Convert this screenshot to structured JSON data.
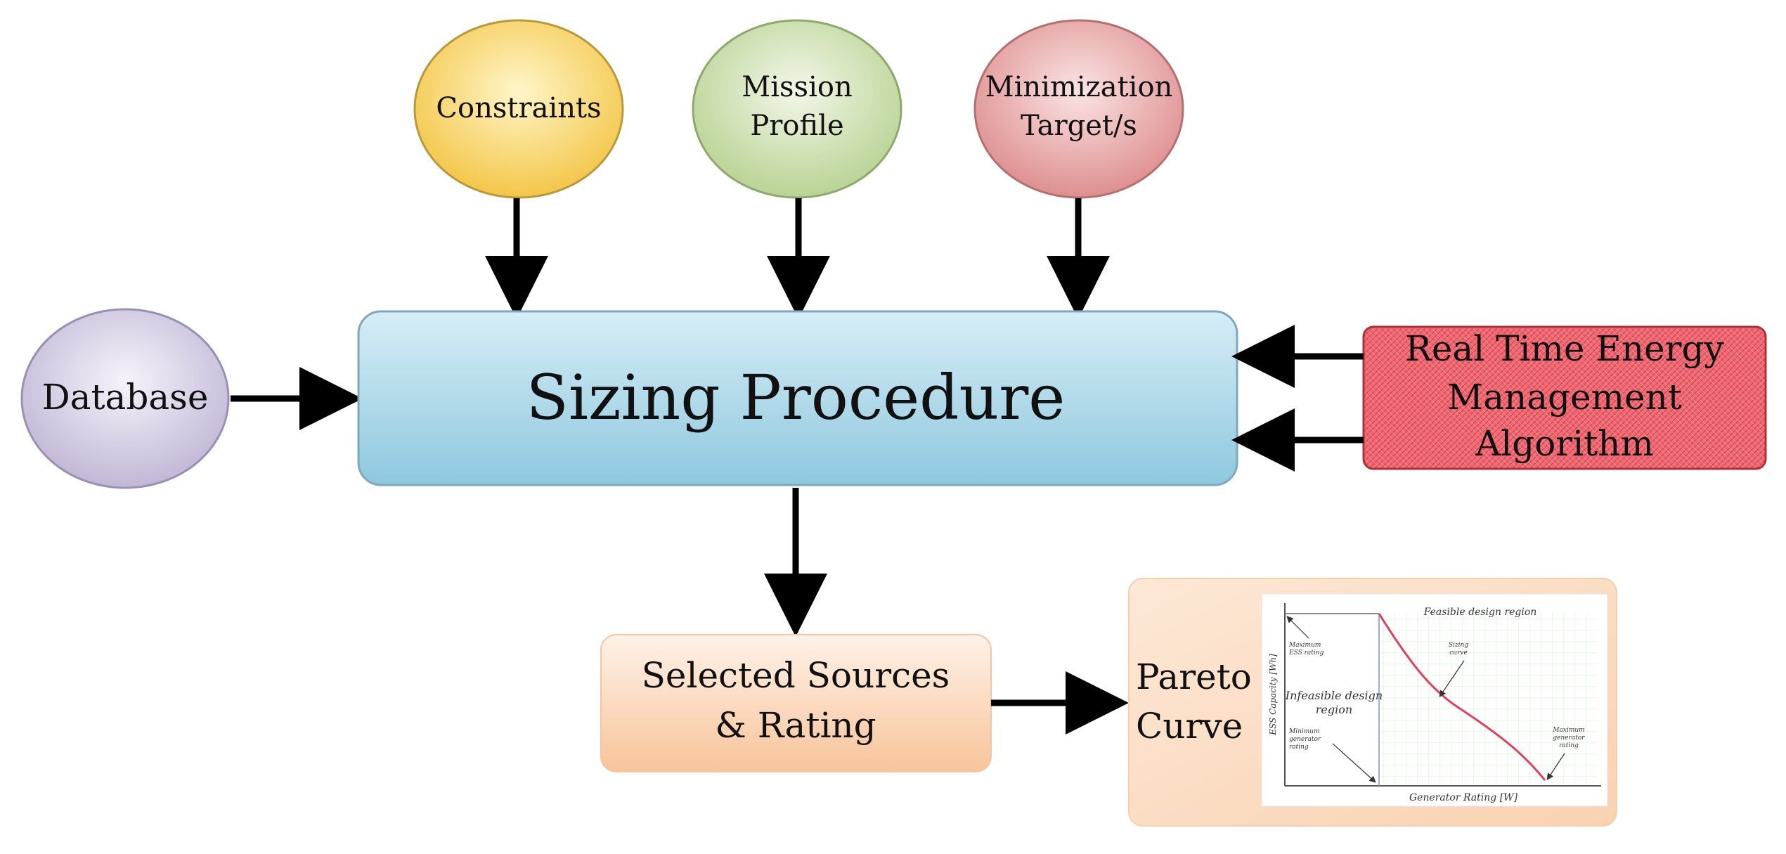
{
  "nodes": {
    "constraints": "Constraints",
    "mission_profile": [
      "Mission",
      "Profile"
    ],
    "minimization_target": [
      "Minimization",
      "Target/s"
    ],
    "database": "Database",
    "sizing_procedure": "Sizing Procedure",
    "rtem_algorithm": [
      "Real Time Energy",
      "Management",
      "Algorithm"
    ],
    "selected_sources": [
      "Selected Sources",
      "& Rating"
    ],
    "pareto_curve": [
      "Pareto",
      "Curve"
    ]
  },
  "pareto_plot": {
    "region_feasible": "Feasible design region",
    "region_infeasible": [
      "Infeasible design",
      "region"
    ],
    "label_max_ess": [
      "Maximum",
      "ESS rating"
    ],
    "label_min_generator": [
      "Minimum",
      "generator",
      "rating"
    ],
    "label_sizing_curve": [
      "Sizing",
      "curve"
    ],
    "label_max_generator": [
      "Maximum",
      "generator",
      "rating"
    ],
    "y_axis": "ESS Capacity [Wh]",
    "x_axis": "Generator Rating [W]"
  },
  "colors": {
    "constraints_fill": "#f5cf60",
    "mission_fill": "#c6dba8",
    "minimization_fill": "#e3a1a1",
    "database_fill": "#cdc4de",
    "sizing_fill": "#9fd0e3",
    "rtem_fill": "#e8555f",
    "selected_fill": "#f7c59f",
    "pareto_box_fill": "#fbdcc3",
    "curve_color": "#e0405a",
    "arrow_color": "#000000"
  }
}
